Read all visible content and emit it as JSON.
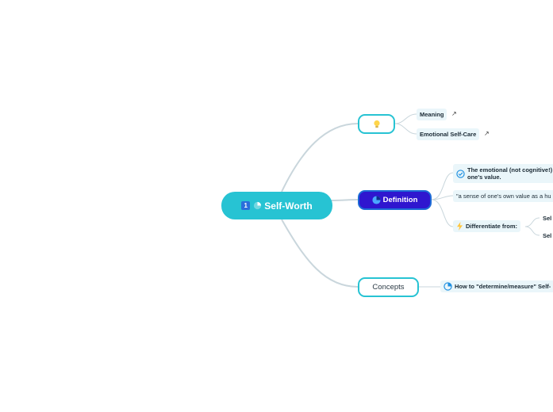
{
  "central": {
    "label": "Self-Worth",
    "badge": "1"
  },
  "main_topics": [
    {
      "label": "",
      "icon": "lightbulb-icon"
    },
    {
      "label": "Definition",
      "icon": "pie-chart-icon"
    },
    {
      "label": "Concepts"
    }
  ],
  "subtopics": {
    "meaning": "Meaning",
    "emotional_self_care": "Emotional Self-Care",
    "emotional_def_line1": "The emotional (not cognitive!)",
    "emotional_def_line2": "one's value.",
    "quote": "\"a sense of one's own value as a hu",
    "differentiate": "Differentiate from:",
    "self_a": "Sel",
    "self_b": "Sel",
    "measure": "How to \"determine/measure\" Self-"
  },
  "colors": {
    "central": "#27c3d3",
    "definition": "#2f16cf",
    "line": "#c9d6dc",
    "subtopic_bg": "#eaf6fa"
  }
}
